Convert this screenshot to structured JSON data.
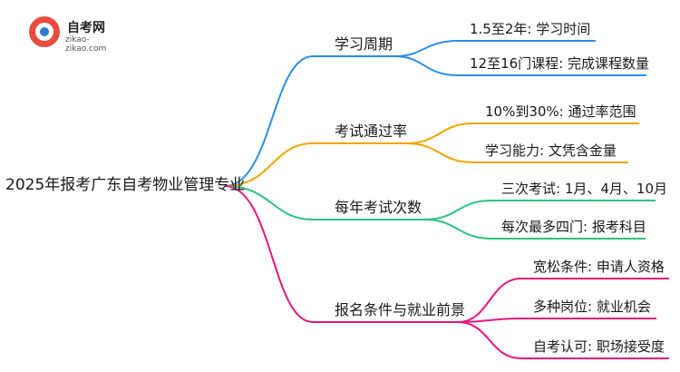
{
  "logo": {
    "name": "自考网",
    "url": "zikao-zikao.com"
  },
  "root": {
    "label": "2025年报考广东自考物业管理专业"
  },
  "colors": {
    "blue": "#2b8fe8",
    "orange": "#f0a500",
    "green": "#2ec27e",
    "pink": "#e8177a"
  },
  "branches": [
    {
      "label": "学习周期",
      "color": "#2b8fe8",
      "leaves": [
        "1.5至2年: 学习时间",
        "12至16门课程: 完成课程数量"
      ]
    },
    {
      "label": "考试通过率",
      "color": "#f0a500",
      "leaves": [
        "10%到30%: 通过率范围",
        "学习能力: 文凭含金量"
      ]
    },
    {
      "label": "每年考试次数",
      "color": "#2ec27e",
      "leaves": [
        "三次考试: 1月、4月、10月",
        "每次最多四门: 报考科目"
      ]
    },
    {
      "label": "报名条件与就业前景",
      "color": "#e8177a",
      "leaves": [
        "宽松条件: 申请人资格",
        "多种岗位: 就业机会",
        "自考认可: 职场接受度"
      ]
    }
  ]
}
